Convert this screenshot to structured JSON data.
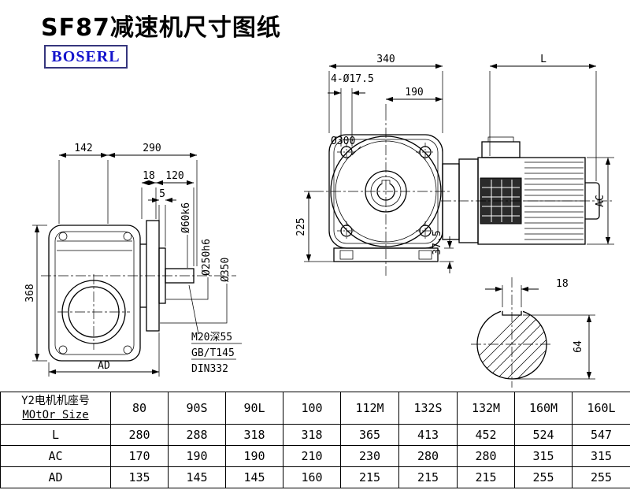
{
  "page": {
    "title": "SF87减速机尺寸图纸",
    "brand": "BOSERL"
  },
  "drawing": {
    "left_view": {
      "dim_142": "142",
      "dim_290": "290",
      "dim_18": "18",
      "dim_120": "120",
      "dim_5": "5",
      "dim_368": "368",
      "dim_ad": "AD",
      "dia_shaft": "Ø60k6",
      "dia_spigot": "Ø250h6",
      "dia_flange": "Ø350",
      "note_tap": "M20深55",
      "note_std1": "GB/T145",
      "note_std2": "DIN332"
    },
    "front_view": {
      "dim_340": "340",
      "dim_motor_len": "L",
      "dim_190": "190",
      "holes": "4-Ø17.5",
      "dia_300": "Ø300",
      "dim_225": "225",
      "dim_37_5": "37.5",
      "dim_ac": "AC"
    },
    "shaft_section": {
      "dim_key_width": "18",
      "dim_64": "64"
    }
  },
  "table": {
    "header_line1": "Y2电机机座号",
    "header_line2": "MOtOr Size",
    "columns": [
      "80",
      "90S",
      "90L",
      "100",
      "112M",
      "132S",
      "132M",
      "160M",
      "160L"
    ],
    "rows": [
      {
        "label": "L",
        "values": [
          "280",
          "288",
          "318",
          "318",
          "365",
          "413",
          "452",
          "524",
          "547"
        ]
      },
      {
        "label": "AC",
        "values": [
          "170",
          "190",
          "190",
          "210",
          "230",
          "280",
          "280",
          "315",
          "315"
        ]
      },
      {
        "label": "AD",
        "values": [
          "135",
          "145",
          "145",
          "160",
          "215",
          "215",
          "215",
          "255",
          "255"
        ]
      }
    ]
  }
}
